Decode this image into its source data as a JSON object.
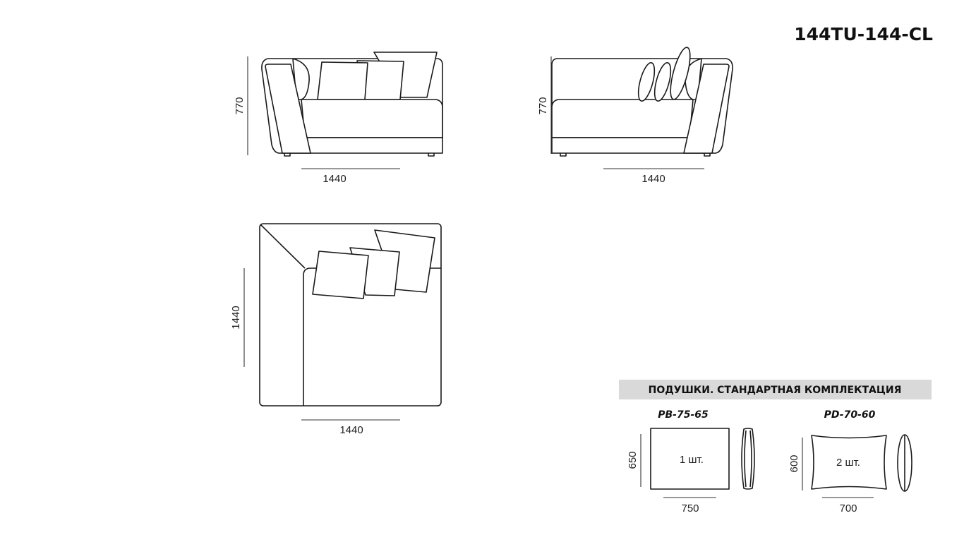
{
  "title": "144TU-144-CL",
  "views": {
    "front_left": {
      "height_label": "770",
      "width_label": "1440"
    },
    "front_right": {
      "height_label": "770",
      "width_label": "1440"
    },
    "top": {
      "depth_label": "1440",
      "width_label": "1440"
    }
  },
  "legend": {
    "heading": "ПОДУШКИ. СТАНДАРТНАЯ КОМПЛЕКТАЦИЯ",
    "colors": {
      "heading_bg": "#d9d9d9"
    },
    "cushions": [
      {
        "code": "PB-75-65",
        "qty": "1 шт.",
        "height_label": "650",
        "width_label": "750"
      },
      {
        "code": "PD-70-60",
        "qty": "2 шт.",
        "height_label": "600",
        "width_label": "700"
      }
    ]
  }
}
